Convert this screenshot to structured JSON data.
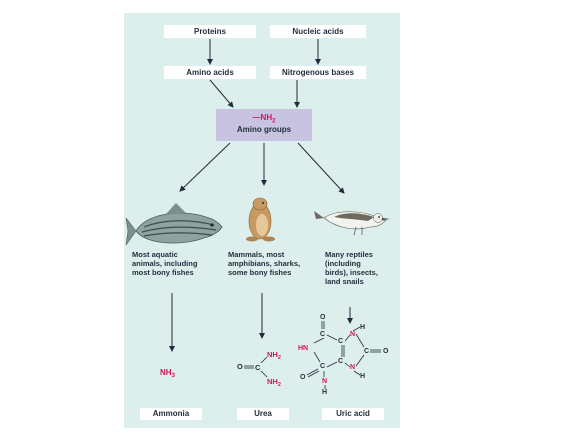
{
  "sources": [
    {
      "id": "proteins",
      "label": "Proteins"
    },
    {
      "id": "nucleic",
      "label": "Nucleic acids"
    }
  ],
  "intermediates": [
    {
      "id": "amino_acids",
      "label": "Amino acids"
    },
    {
      "id": "nitrogenous_bases",
      "label": "Nitrogenous bases"
    }
  ],
  "amino_group": {
    "formula_prefix": "—NH",
    "formula_sub": "2",
    "label": "Amino groups"
  },
  "groups": [
    {
      "lines": [
        "Most aquatic",
        "animals, including",
        "most bony fishes"
      ],
      "animal": "fish"
    },
    {
      "lines": [
        "Mammals, most",
        "amphibians, sharks,",
        "some bony fishes"
      ],
      "animal": "prairie-dog"
    },
    {
      "lines": [
        "Many reptiles",
        "(including",
        "birds), insects,",
        "land snails"
      ],
      "animal": "bird"
    }
  ],
  "products": [
    {
      "id": "ammonia",
      "label": "Ammonia"
    },
    {
      "id": "urea",
      "label": "Urea"
    },
    {
      "id": "uric_acid",
      "label": "Uric acid"
    }
  ],
  "formulas": {
    "ammonia": {
      "main": "NH",
      "sub": "3"
    },
    "urea": {
      "o": "O",
      "c": "C",
      "nh2_top": "NH",
      "nh2_bottom": "NH",
      "sub": "2"
    },
    "uric": {
      "o": "O",
      "c": "C",
      "h": "H",
      "n": "N",
      "hn": "HN"
    }
  },
  "colors": {
    "background": "#dcefed",
    "box": "#ffffff",
    "amino_box": "#c9c3e2",
    "nitrogen": "#d4145a",
    "text": "#1f2d3a"
  }
}
